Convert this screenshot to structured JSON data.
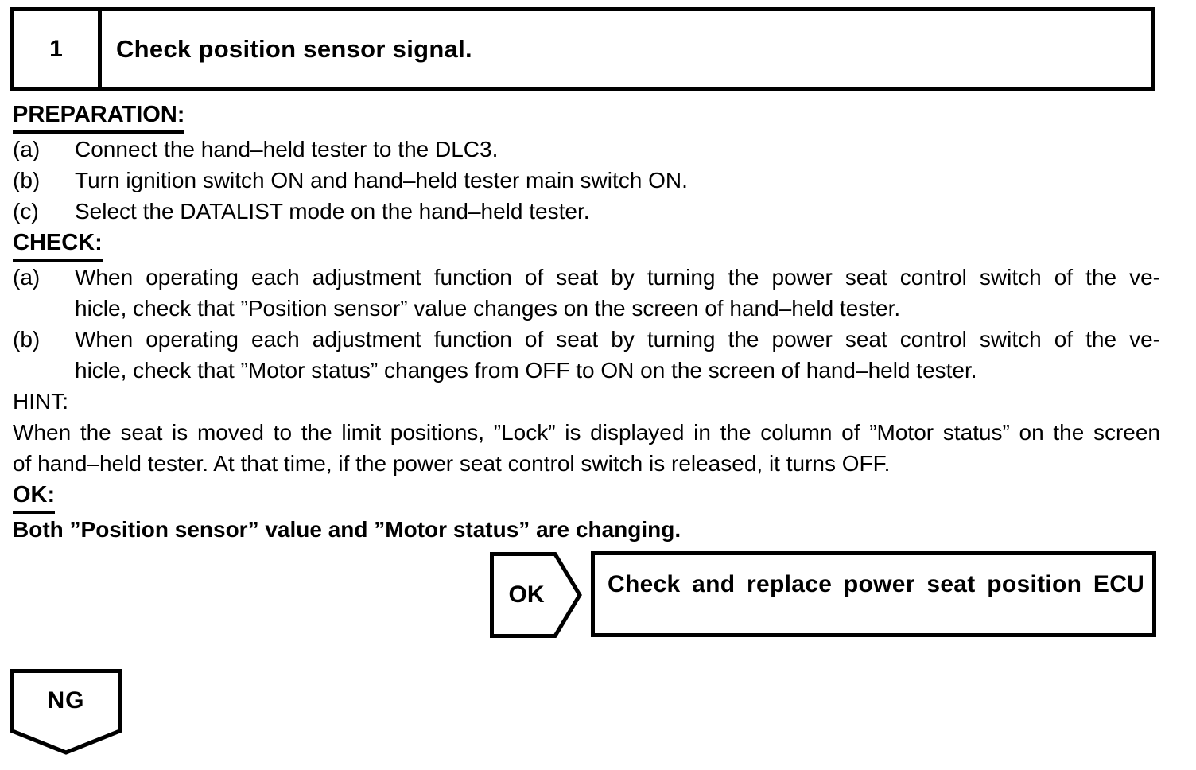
{
  "step": {
    "number": "1",
    "title": "Check position sensor signal."
  },
  "preparation": {
    "heading": "PREPARATION:",
    "items": [
      {
        "label": "(a)",
        "lines": [
          "Connect the hand–held tester to the DLC3."
        ]
      },
      {
        "label": "(b)",
        "lines": [
          "Turn ignition switch ON and hand–held tester main switch ON."
        ]
      },
      {
        "label": "(c)",
        "lines": [
          "Select the DATALIST mode on the hand–held tester."
        ]
      }
    ]
  },
  "check": {
    "heading": "CHECK:",
    "items": [
      {
        "label": "(a)",
        "lines": [
          "When operating each adjustment function of seat by turning the power seat control switch of the ve-",
          "hicle, check that ”Position sensor” value changes on the screen of hand–held tester."
        ]
      },
      {
        "label": "(b)",
        "lines": [
          "When operating each adjustment function of seat by turning the power seat control switch of the ve-",
          "hicle, check that ”Motor status” changes from OFF to ON on the screen of hand–held tester."
        ]
      }
    ]
  },
  "hint": {
    "heading": "HINT:",
    "lines": [
      "When the seat is moved to the limit positions, ”Lock” is displayed in the column of ”Motor status” on the screen",
      "of hand–held tester. At that time, if the power seat control switch is released, it turns OFF."
    ]
  },
  "ok": {
    "heading": "OK:",
    "statement": "Both ”Position sensor” value and ”Motor status” are changing."
  },
  "flow": {
    "ok_label": "OK",
    "ok_action": "Check and replace power seat position ECU",
    "ng_label": "NG"
  }
}
